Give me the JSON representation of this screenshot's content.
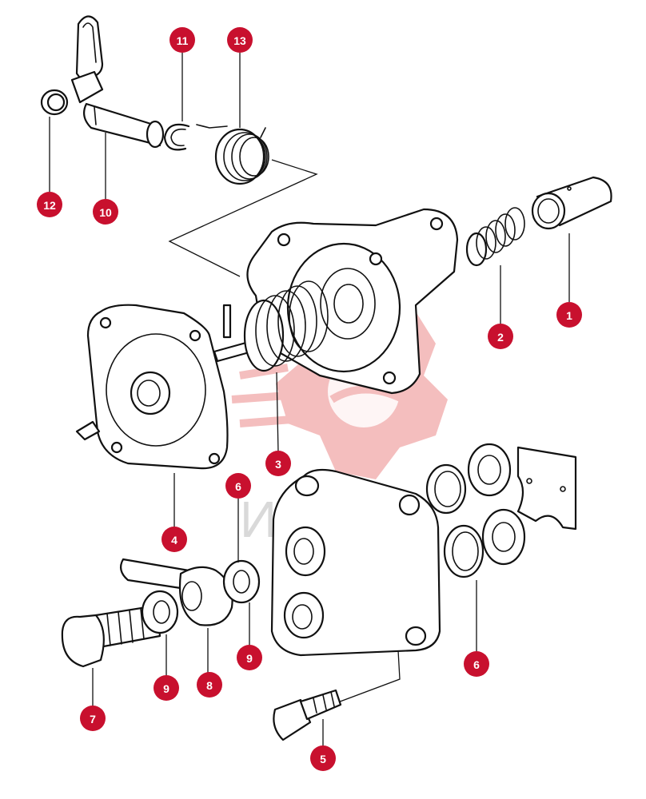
{
  "colors": {
    "callout": "#c8102e",
    "watermark": "#f3b8b8",
    "watermark_text": "#d9d9d9"
  },
  "watermark": {
    "text": "ИНТЕХ"
  },
  "callouts": [
    {
      "id": "c1",
      "label": "1"
    },
    {
      "id": "c2",
      "label": "2"
    },
    {
      "id": "c3",
      "label": "3"
    },
    {
      "id": "c4",
      "label": "4"
    },
    {
      "id": "c5",
      "label": "5"
    },
    {
      "id": "c6a",
      "label": "6"
    },
    {
      "id": "c6b",
      "label": "6"
    },
    {
      "id": "c7",
      "label": "7"
    },
    {
      "id": "c8",
      "label": "8"
    },
    {
      "id": "c9a",
      "label": "9"
    },
    {
      "id": "c9b",
      "label": "9"
    },
    {
      "id": "c10",
      "label": "10"
    },
    {
      "id": "c11",
      "label": "11"
    },
    {
      "id": "c12",
      "label": "12"
    },
    {
      "id": "c13",
      "label": "13"
    }
  ]
}
